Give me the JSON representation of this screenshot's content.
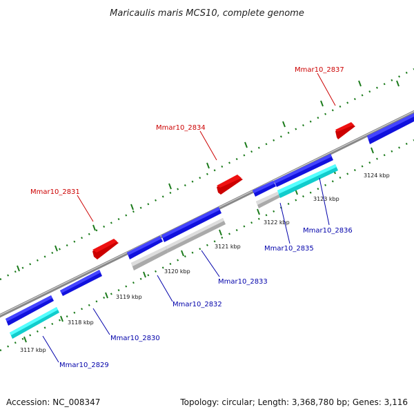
{
  "title": "Maricaulis maris MCS10, complete genome",
  "footer": {
    "accession": "Accession: NC_008347",
    "stats": "Topology: circular; Length: 3,368,780 bp; Genes: 3,116"
  },
  "colors": {
    "backbone": "#888888",
    "tick": "#1a7a1a",
    "gene_red": "#ee1111",
    "gene_blue": "#1111dd",
    "gene_cyan": "#11dddd",
    "gene_gray": "#bbbbbb",
    "label_red": "#cc0000",
    "label_blue": "#0000aa"
  },
  "kbp_labels": [
    "3117 kbp",
    "3118 kbp",
    "3119 kbp",
    "3120 kbp",
    "3121 kbp",
    "3122 kbp",
    "3123 kbp",
    "3124 kbp"
  ],
  "gene_labels": [
    "Mmar10_2837",
    "Mmar10_2834",
    "Mmar10_2831",
    "Mmar10_2836",
    "Mmar10_2835",
    "Mmar10_2833",
    "Mmar10_2832",
    "Mmar10_2830",
    "Mmar10_2829"
  ]
}
